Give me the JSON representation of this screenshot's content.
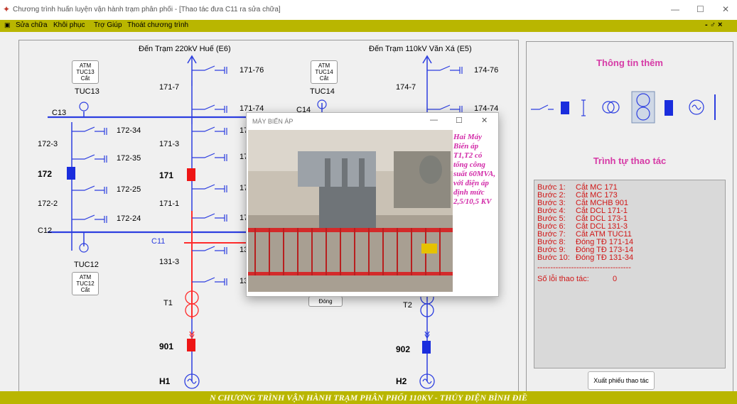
{
  "window": {
    "title": "Chương trình huấn luyện vận hành trạm phân phối - [Thao tác đưa C11 ra sửa chữa]",
    "controls": {
      "minimize": "—",
      "maximize": "☐",
      "close": "✕"
    }
  },
  "menu": {
    "items": [
      "Sửa chữa",
      "Khôi phục",
      "Trợ Giúp",
      "Thoát chương trình"
    ],
    "mdi_controls": "- ♂ ×"
  },
  "diagram": {
    "feeder_left": "Đến Trạm 220kV Huế (E6)",
    "feeder_right": "Đến Trạm 110kV Văn Xá (E5)",
    "labels": {
      "l171_76": "171-76",
      "l171_7": "171-7",
      "l171_74": "171-74",
      "l171_3": "171-3",
      "l171_1": "171-1",
      "l174_76": "174-76",
      "l174_7": "174-7",
      "l174_74": "174-74",
      "l172_34": "172-34",
      "l172_3": "172-3",
      "l172_35": "172-35",
      "l172_25": "172-25",
      "l172_2": "172-2",
      "l172_24": "172-24",
      "b172": "172",
      "b171": "171",
      "c13": "C13",
      "c12": "C12",
      "c11": "C11",
      "c14": "C14",
      "tuc13": "TUC13",
      "tuc14": "TUC14",
      "tuc12": "TUC12",
      "l131_3": "131-3",
      "t1": "T1",
      "t2": "T2",
      "b901": "901",
      "b902": "902",
      "h1": "H1",
      "h2": "H2",
      "p17a": "17",
      "p17b": "17",
      "p17c": "17",
      "p17d": "17",
      "p13a": "13",
      "p13b": "13"
    },
    "atm_tuc13": [
      "ATM",
      "TUC13",
      "Cắt"
    ],
    "atm_tuc14": [
      "ATM",
      "TUC14",
      "Cắt"
    ],
    "atm_tuc12": [
      "ATM",
      "TUC12",
      "Cắt"
    ],
    "atm_tuc11_hidden": "Đóng",
    "colors": {
      "bus": "#2c3ee0",
      "live": "#ff2b2b",
      "breaker_open": "#1a2ddd",
      "breaker_closed": "#ee1515"
    }
  },
  "panel": {
    "info_title": "Thông tin thêm",
    "seq_title": "Trình tự thao tác",
    "steps": [
      {
        "n": "Bước 1:",
        "t": "Cắt MC 171"
      },
      {
        "n": "Bước 2:",
        "t": "Cắt MC 173"
      },
      {
        "n": "Bước 3:",
        "t": "Cắt MCHB 901"
      },
      {
        "n": "Bước 4:",
        "t": "Cắt DCL 171-1"
      },
      {
        "n": "Bước 5:",
        "t": "Cắt DCL 173-1"
      },
      {
        "n": "Bước 6:",
        "t": "Cắt DCL 131-3"
      },
      {
        "n": "Bước 7:",
        "t": "Cắt ATM TUC11"
      },
      {
        "n": "Bước 8:",
        "t": "Đóng TĐ 171-14"
      },
      {
        "n": "Bước 9:",
        "t": "Đóng TĐ 173-14"
      },
      {
        "n": "Bước 10:",
        "t": "Đóng TĐ 131-34"
      }
    ],
    "divider": "------------------------------------",
    "errors_label": "Số lỗi thao tác:",
    "errors_value": "0",
    "export_button": "Xuất phiếu thao tác",
    "icons": [
      "switch-icon",
      "breaker-icon",
      "fuse-icon",
      "voltage-transformer-icon",
      "power-transformer-icon",
      "breaker-icon",
      "generator-icon"
    ]
  },
  "popup": {
    "title": "MÁY BIẾN ÁP",
    "text": "Hai Máy Biến áp T1,T2 có tổng công suất 60MVA, với điện áp định mức 2,5/10,5 KV"
  },
  "footer": {
    "text": "N CHƯƠNG TRÌNH VẬN HÀNH TRẠM PHÂN PHỐI 110KV - THỦY ĐIỆN BÌNH ĐIỀ"
  }
}
